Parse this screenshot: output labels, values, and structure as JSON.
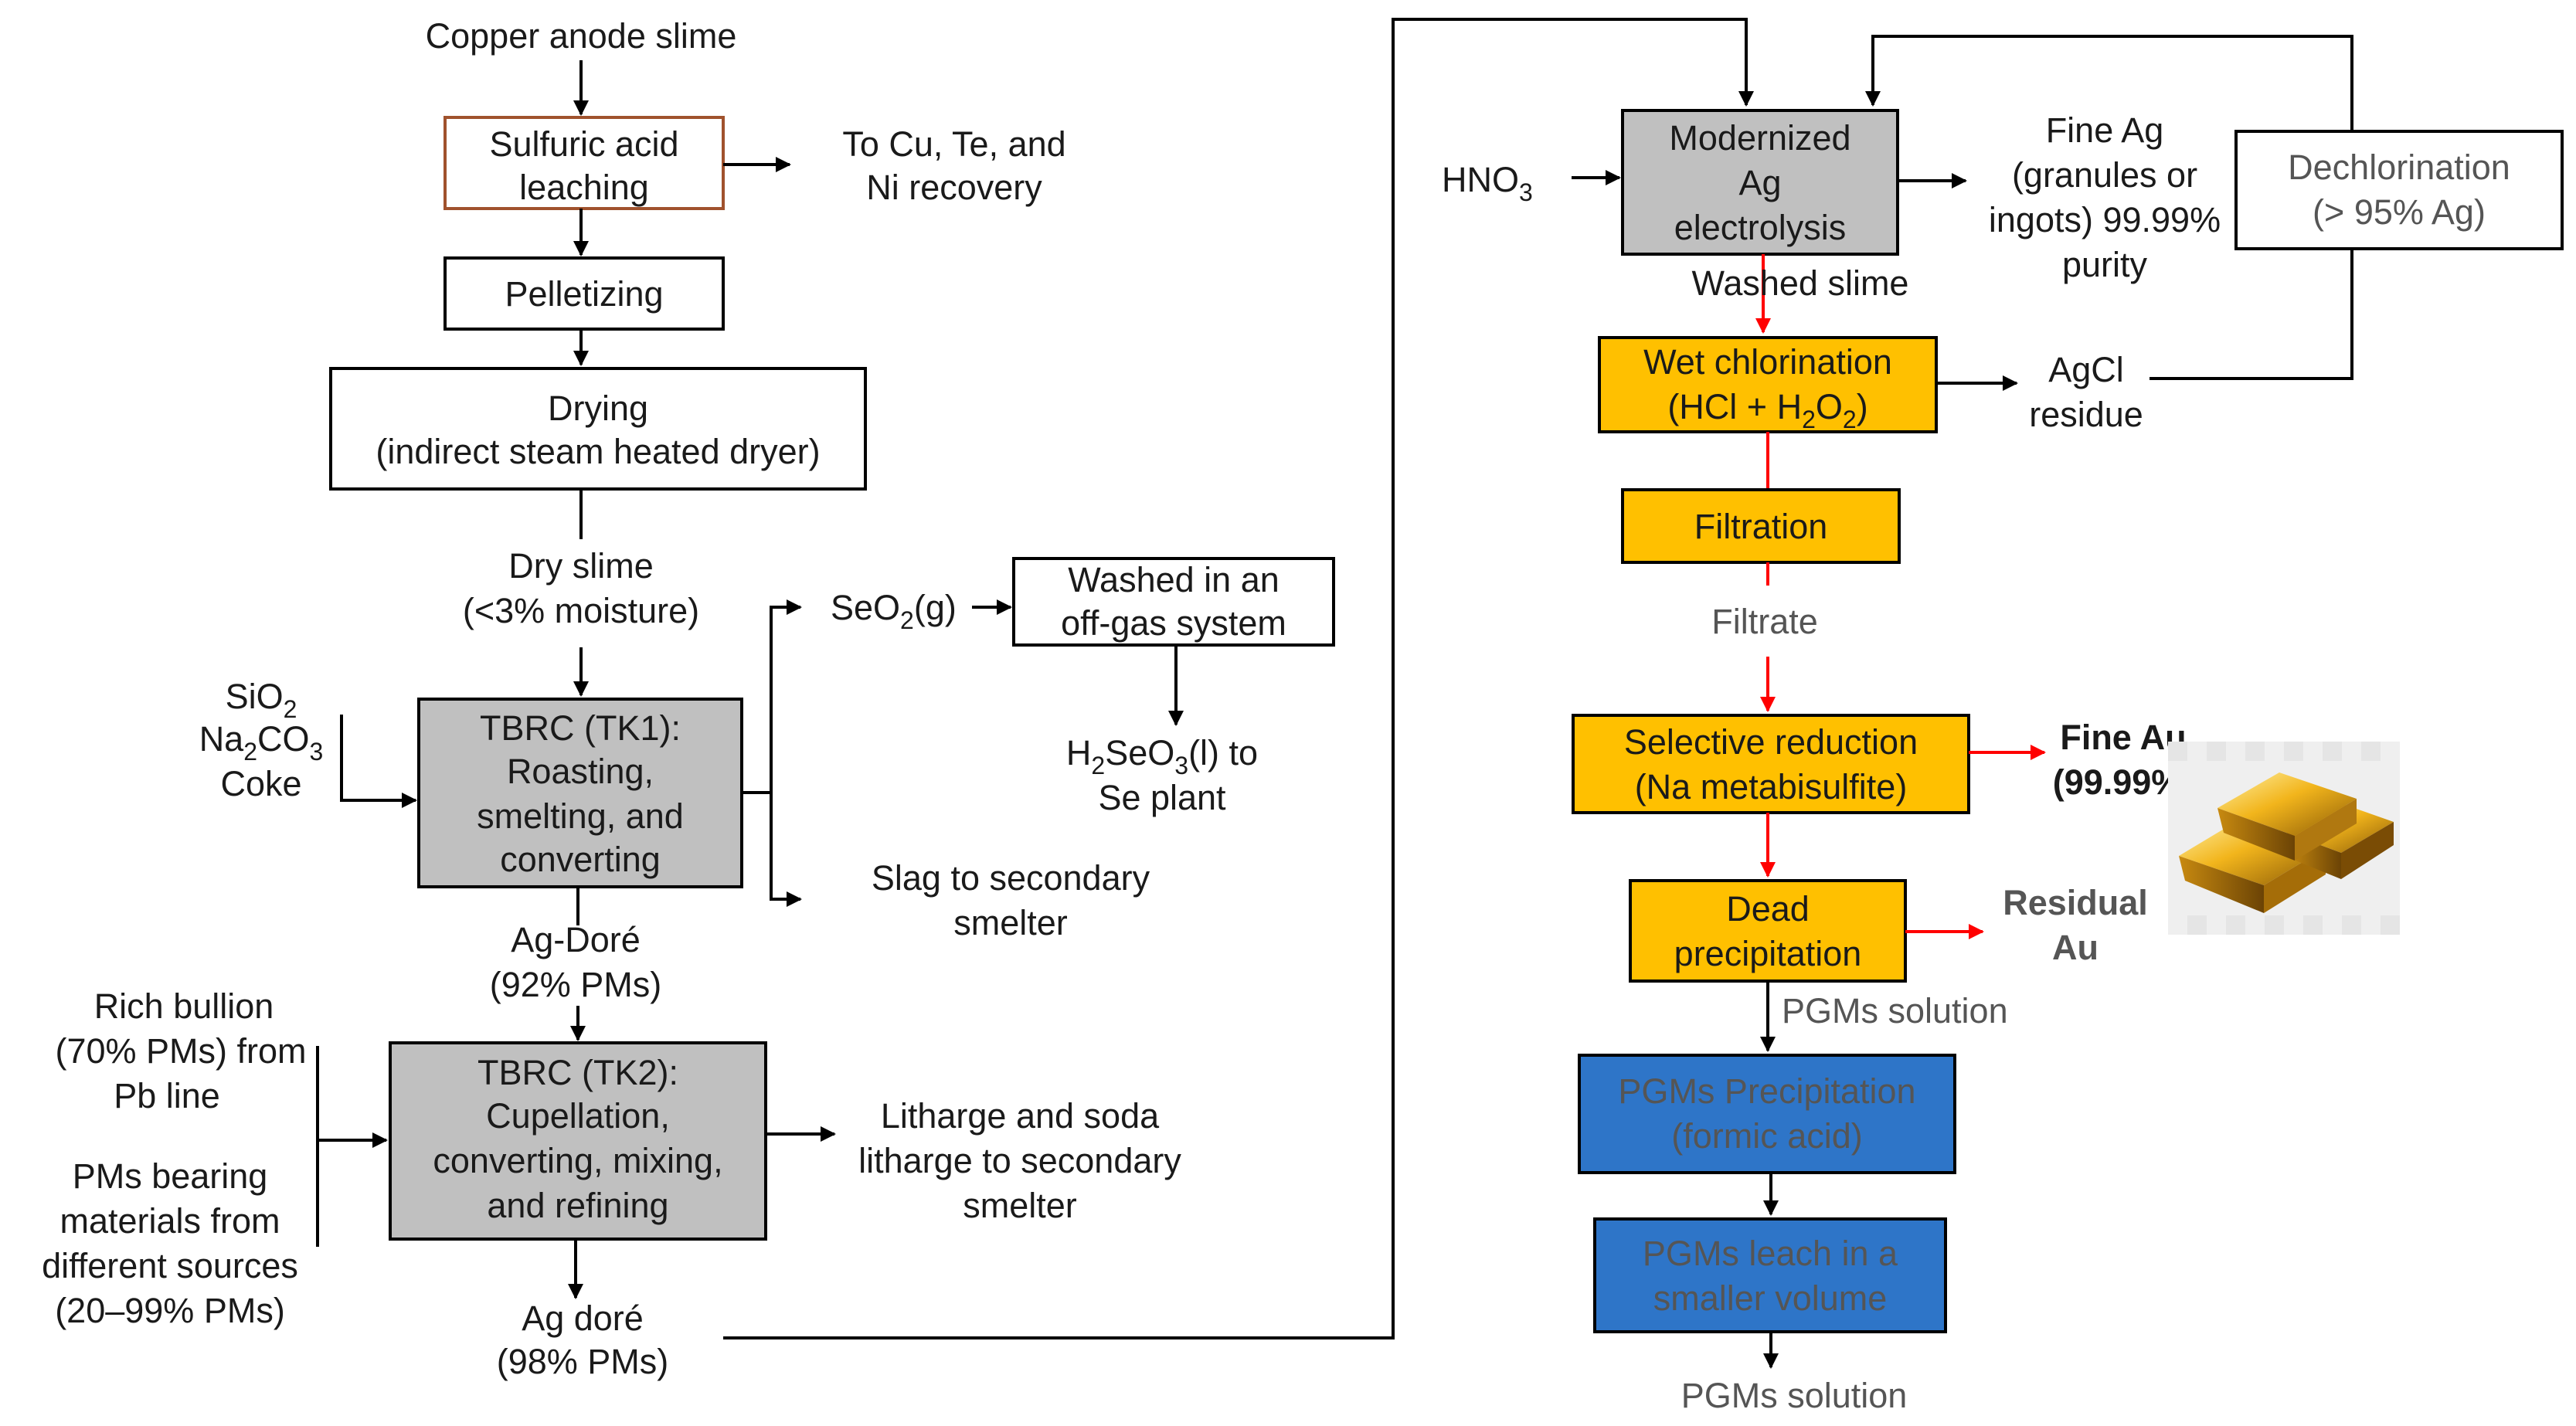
{
  "labels": {
    "feed": "Copper anode slime",
    "sulfuric_l1": "Sulfuric acid",
    "sulfuric_l2": "leaching",
    "cu_l1": "To Cu, Te, and",
    "cu_l2": "Ni recovery",
    "pelletizing": "Pelletizing",
    "drying_l1": "Drying",
    "drying_l2": "(indirect steam heated dryer)",
    "dry_l1": "Dry slime",
    "dry_l2": "(<3% moisture)",
    "seo2": "SeO",
    "seo2_sub": "2",
    "seo2_tail": "(g)",
    "washed_l1": "Washed in an",
    "washed_l2": "off-gas system",
    "h2seo3_h": "H",
    "h2seo3_2": "2",
    "h2seo3_se": "SeO",
    "h2seo3_3": "3",
    "h2seo3_tail": "(l) to",
    "h2seo3_l2": "Se plant",
    "sio2": "SiO",
    "sio2_sub": "2",
    "na2co3_na": "Na",
    "na2co3_2": "2",
    "na2co3_co": "CO",
    "na2co3_3": "3",
    "coke": "Coke",
    "tk1_l1": "TBRC (TK1):",
    "tk1_l2": "Roasting,",
    "tk1_l3": "smelting, and",
    "tk1_l4": "converting",
    "slag_l1": "Slag to secondary",
    "slag_l2": "smelter",
    "agdore1_l1": "Ag-Doré",
    "agdore1_l2": "(92% PMs)",
    "rich_l1": "Rich bullion",
    "rich_l2": "(70% PMs) from",
    "rich_l3": "Pb  line",
    "pms_l1": "PMs bearing",
    "pms_l2": "materials from",
    "pms_l3": "different sources",
    "pms_l4": "(20–99% PMs)",
    "tk2_l1": "TBRC (TK2):",
    "tk2_l2": "Cupellation,",
    "tk2_l3": "converting, mixing,",
    "tk2_l4": "and refining",
    "litharge_l1": "Litharge and soda",
    "litharge_l2": "litharge to secondary",
    "litharge_l3": "smelter",
    "agdore2_l1": "Ag doré",
    "agdore2_l2": "(98% PMs)",
    "hno3": "HNO",
    "hno3_sub": "3",
    "elec_l1": "Modernized",
    "elec_l2": "Ag",
    "elec_l3": "electrolysis",
    "fineag_l1": "Fine Ag",
    "fineag_l2": "(granules or",
    "fineag_l3": "ingots) 99.99%",
    "fineag_l4": "purity",
    "dechlor_l1": "Dechlorination",
    "dechlor_l2": "(> 95% Ag)",
    "washed_slime": "Washed slime",
    "wetcl_l1": "Wet chlorination",
    "wetcl_l2a": "(HCl + H",
    "wetcl_l2b": "2",
    "wetcl_l2c": "O",
    "wetcl_l2d": "2",
    "wetcl_l2e": ")",
    "agcl_l1": "AgCl",
    "agcl_l2": "residue",
    "filtration": "Filtration",
    "filtrate": "Filtrate",
    "selred_l1": "Selective reduction",
    "selred_l2": "(Na metabisulfite)",
    "fineau_l1": "Fine Au",
    "fineau_l2": "(99.99%)",
    "dead_l1": "Dead",
    "dead_l2": "precipitation",
    "resid_l1": "Residual",
    "resid_l2": "Au",
    "pgms_sol1": "PGMs solution",
    "pgmsprec_l1": "PGMs Precipitation",
    "pgmsprec_l2": "(formic acid)",
    "pgmsleach_l1": "PGMs leach in a",
    "pgmsleach_l2": "smaller volume",
    "pgms_sol2": "PGMs solution"
  },
  "icons": {
    "gold_bars": "gold-bars-icon"
  }
}
